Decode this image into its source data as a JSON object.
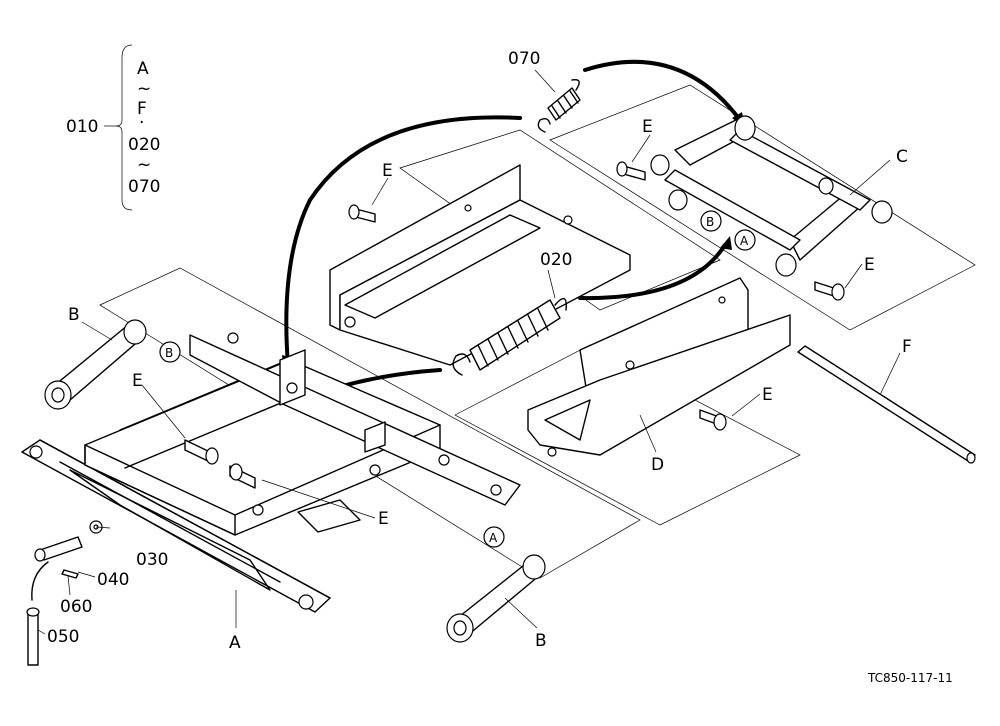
{
  "labels": {
    "legend_main": "010",
    "legend_from": "A",
    "legend_tilde1": "~",
    "legend_to": "F",
    "legend_dot": "·",
    "legend_range_from": "020",
    "legend_tilde2": "~",
    "legend_range_to": "070",
    "spring_small": "070",
    "spring_large": "020",
    "washer": "030",
    "pin": "040",
    "cotter": "060",
    "clip": "050",
    "rail_a": "A",
    "link_b_top": "B",
    "link_b_bottom": "B",
    "bracket_c": "C",
    "rail_d": "D",
    "rod_f": "F",
    "bolt_e": "E",
    "ref_a": "A",
    "ref_b": "B",
    "drawing_code": "TC850-117-11"
  }
}
